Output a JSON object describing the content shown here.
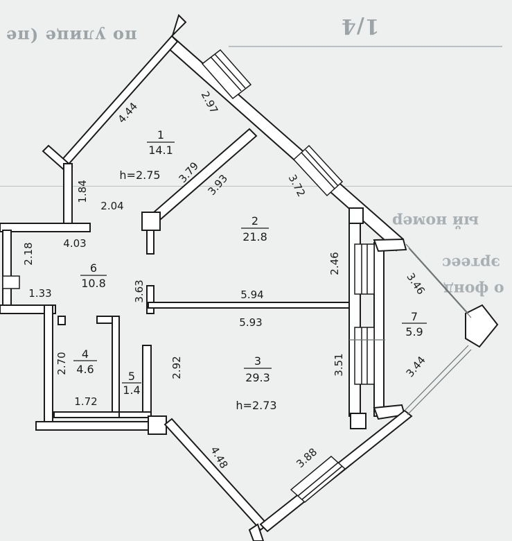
{
  "header": {
    "left_text": "по улице (пе",
    "right_text": "1/4"
  },
  "background_texts": [
    "ый номер",
    "эртеес",
    "о фонд"
  ],
  "colors": {
    "paper": "#eef0ef",
    "wall": "#1b1b1b",
    "wall_fill": "#ffffff",
    "faint_lines": "#b9bfc2"
  },
  "rooms": [
    {
      "id": "1",
      "number": "1",
      "area": "14.1",
      "height": "h=2.75"
    },
    {
      "id": "2",
      "number": "2",
      "area": "21.8",
      "height": ""
    },
    {
      "id": "3",
      "number": "3",
      "area": "29.3",
      "height": "h=2.73"
    },
    {
      "id": "4",
      "number": "4",
      "area": "4.6",
      "height": ""
    },
    {
      "id": "5",
      "number": "5",
      "area": "1.4",
      "height": ""
    },
    {
      "id": "6",
      "number": "6",
      "area": "10.8",
      "height": ""
    },
    {
      "id": "7",
      "number": "7",
      "area": "5.9",
      "height": ""
    }
  ],
  "dimensions": [
    {
      "id": "room1-outer-ne",
      "value": "2.97"
    },
    {
      "id": "room1-nw",
      "value": "4.44"
    },
    {
      "id": "room1-west",
      "value": "1.84"
    },
    {
      "id": "room1-south",
      "value": "2.04"
    },
    {
      "id": "room1-se",
      "value": "3.79"
    },
    {
      "id": "room2-nw",
      "value": "3.93"
    },
    {
      "id": "room2-ne",
      "value": "3.72"
    },
    {
      "id": "room2-east",
      "value": "2.46"
    },
    {
      "id": "room2-south",
      "value": "5.94"
    },
    {
      "id": "room6-north",
      "value": "4.03"
    },
    {
      "id": "room6-west",
      "value": "2.18"
    },
    {
      "id": "room6-south",
      "value": "1.33"
    },
    {
      "id": "room6-east",
      "value": "3.63"
    },
    {
      "id": "room3-north",
      "value": "5.93"
    },
    {
      "id": "room3-west",
      "value": "2.92"
    },
    {
      "id": "room3-east",
      "value": "3.51"
    },
    {
      "id": "room3-sw",
      "value": "4.48"
    },
    {
      "id": "room3-se",
      "value": "3.88"
    },
    {
      "id": "room4-west",
      "value": "2.70"
    },
    {
      "id": "room4-south",
      "value": "1.72"
    },
    {
      "id": "room7-upper",
      "value": "3.46"
    },
    {
      "id": "room7-lower",
      "value": "3.44"
    }
  ]
}
